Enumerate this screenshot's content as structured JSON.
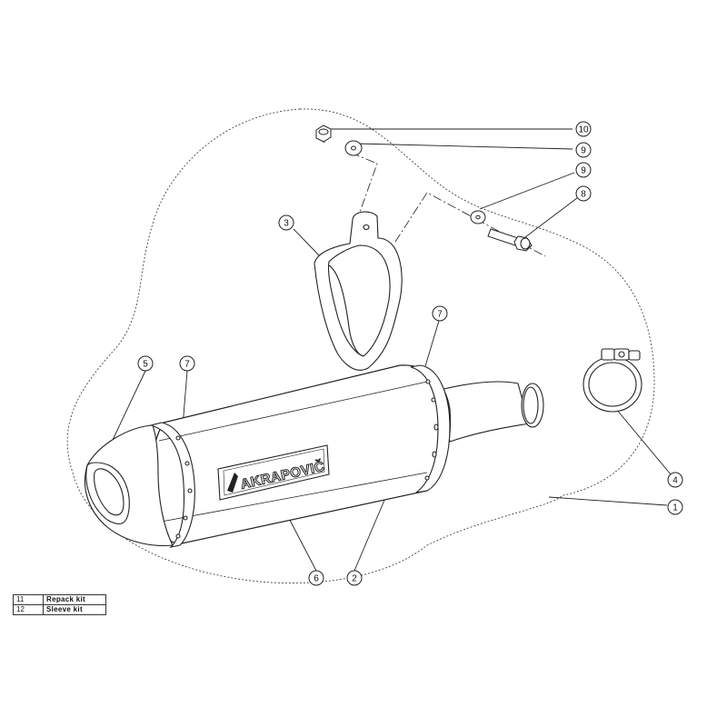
{
  "callouts": [
    {
      "id": "callout-10",
      "number": "10"
    },
    {
      "id": "callout-9a",
      "number": "9"
    },
    {
      "id": "callout-9b",
      "number": "9"
    },
    {
      "id": "callout-8",
      "number": "8"
    },
    {
      "id": "callout-3",
      "number": "3"
    },
    {
      "id": "callout-7a",
      "number": "7"
    },
    {
      "id": "callout-5",
      "number": "5"
    },
    {
      "id": "callout-7b",
      "number": "7"
    },
    {
      "id": "callout-4",
      "number": "4"
    },
    {
      "id": "callout-1",
      "number": "1"
    },
    {
      "id": "callout-6",
      "number": "6"
    },
    {
      "id": "callout-2",
      "number": "2"
    }
  ],
  "logo_text": "AKRAPOVIČ",
  "parts_table": [
    {
      "number": "11",
      "name": "Repack kit"
    },
    {
      "number": "12",
      "name": "Sleeve kit"
    }
  ],
  "colors": {
    "line": "#222222",
    "fill": "#ffffff",
    "dash": "#444444"
  }
}
